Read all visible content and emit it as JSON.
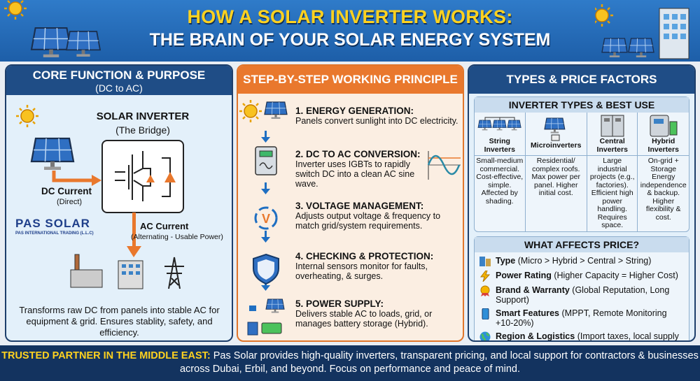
{
  "header": {
    "title": "HOW A SOLAR INVERTER WORKS:",
    "subtitle": "THE BRAIN OF YOUR SOLAR ENERGY SYSTEM"
  },
  "core": {
    "title": "CORE FUNCTION & PURPOSE",
    "subtitle": "(DC to AC)",
    "inverter_title": "SOLAR INVERTER",
    "inverter_sub": "(The Bridge)",
    "dc_label": "DC Current",
    "dc_sub": "(Direct)",
    "ac_label": "AC Current",
    "ac_sub": "(Alternating - Usable Power)",
    "logo": "PAS SOLAR",
    "logo_sub": "PAS INTERNATIONAL TRADING (L.L.C)",
    "description": "Transforms raw DC from panels into stable AC for equipment & grid. Ensures stablity, safety, and efficiency."
  },
  "steps": {
    "title": "STEP-BY-STEP WORKING PRINCIPLE",
    "items": [
      {
        "title": "1. ENERGY GENERATION:",
        "text": "Panels convert sunlight into DC electricity.",
        "icon": "sun-panel-icon"
      },
      {
        "title": "2. DC TO AC CONVERSION:",
        "text": "Inverter uses IGBTs to rapidly switch DC into a clean AC sine wave.",
        "icon": "inverter-icon"
      },
      {
        "title": "3. VOLTAGE MANAGEMENT:",
        "text": "Adjusts output voltage & frequency to match grid/system requirements.",
        "icon": "voltage-cycle-icon"
      },
      {
        "title": "4. CHECKING & PROTECTION:",
        "text": "Internal sensors monitor for faults, overheating, & surges.",
        "icon": "shield-icon"
      },
      {
        "title": "5. POWER SUPPLY:",
        "text": "Delivers stable AC to loads, grid, or manages battery storage (Hybrid).",
        "icon": "plug-battery-icon"
      }
    ]
  },
  "types": {
    "title": "TYPES & PRICE FACTORS",
    "table_title": "INVERTER TYPES & BEST USE",
    "items": [
      {
        "name": "String Inverters",
        "desc": "Small-medium commercial. Cost-effective, simple. Affected by shading."
      },
      {
        "name": "Microinverters",
        "desc": "Residential/ complex roofs. Max power per panel. Higher initial cost."
      },
      {
        "name": "Central Inverters",
        "desc": "Large industrial projects (e.g., factories). Efficient high power handling. Requires space."
      },
      {
        "name": "Hybrid Inverters",
        "desc": "On-grid + Storage Energy independence & backup. Higher flexibility & cost."
      }
    ],
    "price_title": "WHAT AFFECTS PRICE?",
    "price": [
      {
        "label": "Type",
        "detail": "(Micro > Hybrid > Central > String)",
        "icon": "inverter-types-icon"
      },
      {
        "label": "Power Rating",
        "detail": "(Higher Capacity = Higher Cost)",
        "icon": "lightning-icon"
      },
      {
        "label": "Brand & Warranty",
        "detail": "(Global Reputation, Long Support)",
        "icon": "award-badge-icon"
      },
      {
        "label": "Smart Features",
        "detail": "(MPPT, Remote Monitoring +10-20%)",
        "icon": "smartphone-icon"
      },
      {
        "label": "Region & Logistics",
        "detail": "(Import taxes, local supply in Dubai/Erbil)",
        "icon": "globe-icon"
      }
    ]
  },
  "footer": {
    "highlight": "TRUSTED PARTNER IN THE MIDDLE EAST:",
    "text": " Pas Solar provides high-quality inverters, transparent pricing, and local support for contractors & businesses across Dubai, Erbil, and beyond. Focus on performance and peace of mind."
  },
  "colors": {
    "navy": "#1f4d86",
    "orange": "#e9782d",
    "yellow": "#ffd21f",
    "footer": "#13335f"
  }
}
